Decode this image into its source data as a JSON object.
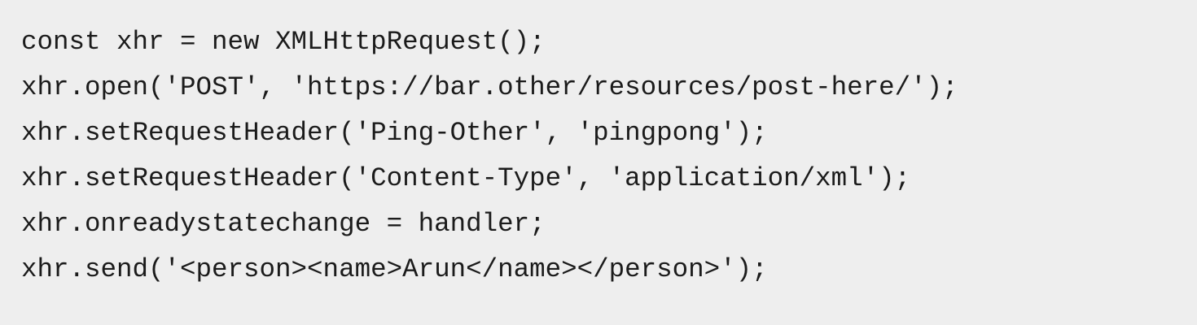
{
  "code": {
    "lines": [
      "const xhr = new XMLHttpRequest();",
      "xhr.open('POST', 'https://bar.other/resources/post-here/');",
      "xhr.setRequestHeader('Ping-Other', 'pingpong');",
      "xhr.setRequestHeader('Content-Type', 'application/xml');",
      "xhr.onreadystatechange = handler;",
      "xhr.send('<person><name>Arun</name></person>');"
    ]
  },
  "colors": {
    "background": "#eeeeee",
    "text": "#1b1b1b"
  }
}
